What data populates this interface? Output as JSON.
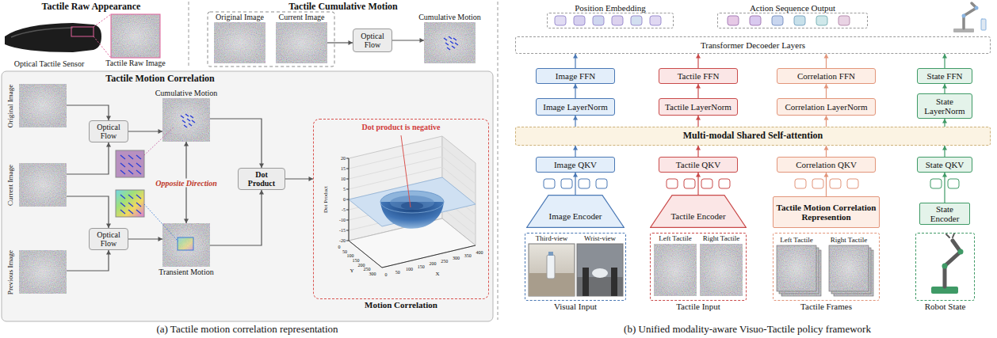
{
  "diagram": {
    "nodes": [
      {
        "text": [
          "Tactile Raw Image"
        ]
      },
      {
        "text": [
          "Original Image"
        ]
      },
      {
        "text": [
          "Current Image"
        ]
      },
      {
        "text": [
          "Optical Flow"
        ]
      },
      {
        "text": [
          "Cumulative Motion"
        ]
      },
      {
        "text": [
          "Tactile Motion Correlation"
        ]
      },
      {
        "text": [
          "Original Image"
        ],
        "in": 5
      },
      {
        "text": [
          "Current Image"
        ],
        "in": 5
      },
      {
        "text": [
          "Previous Image"
        ],
        "in": 5
      },
      {
        "text": [
          "Optical Flow"
        ],
        "in": 5
      },
      {
        "text": [
          "Optical Flow"
        ],
        "in": 5
      },
      {
        "text": [
          "Cumulative Motion"
        ],
        "in": 5
      },
      {
        "text": [
          "Transient Motion"
        ],
        "in": 5
      },
      {
        "text": [
          "Dot Product"
        ],
        "in": 5
      },
      {
        "text": [
          "Dot product is negative",
          "Motion Correlation"
        ],
        "in": 5
      },
      {
        "text": [
          "Position Embedding"
        ]
      },
      {
        "text": [
          "Action Sequence Output"
        ]
      },
      {
        "text": [
          "Transformer Decoeder Layers"
        ]
      },
      {
        "text": [
          "Image FFN"
        ]
      },
      {
        "text": [
          "Tactile FFN"
        ]
      },
      {
        "text": [
          "Correlation FFN"
        ]
      },
      {
        "text": [
          "State FFN"
        ]
      },
      {
        "text": [
          "Image LayerNorm"
        ]
      },
      {
        "text": [
          "Tactile LayerNorm"
        ]
      },
      {
        "text": [
          "Correlation LayerNorm"
        ]
      },
      {
        "text": [
          "State LayerNorm"
        ]
      },
      {
        "text": [
          "Multi-modal Shared Self-attention"
        ]
      },
      {
        "text": [
          "Image QKV"
        ]
      },
      {
        "text": [
          "Tactile QKV"
        ]
      },
      {
        "text": [
          "Correlation QKV"
        ]
      },
      {
        "text": [
          "State QKV"
        ]
      },
      {
        "text": [
          "Image Encoder"
        ]
      },
      {
        "text": [
          "Tactile Encoder"
        ]
      },
      {
        "text": [
          "Tactile Motion Correlation Represention"
        ]
      },
      {
        "text": [
          "State Encoder"
        ]
      },
      {
        "text": [
          "Visual Input"
        ]
      },
      {
        "text": [
          "Third-view"
        ],
        "in": 35
      },
      {
        "text": [
          "Wrist-view"
        ],
        "in": 35
      },
      {
        "text": [
          "Tactile Input"
        ]
      },
      {
        "text": [
          "Left Tactile"
        ],
        "in": 38
      },
      {
        "text": [
          "Right Tactile"
        ],
        "in": 38
      },
      {
        "text": [
          "Tactile Frames"
        ]
      },
      {
        "text": [
          "Left Tactile"
        ],
        "in": 41
      },
      {
        "text": [
          "Right Tactile"
        ],
        "in": 41
      },
      {
        "text": [
          "Robot State"
        ]
      }
    ],
    "edges": [
      {
        "from": 2,
        "to": 3,
        "arrow": "to"
      },
      {
        "from": 3,
        "to": 4,
        "arrow": "to"
      },
      {
        "from": 6,
        "to": 9,
        "arrow": "to"
      },
      {
        "from": 7,
        "to": 9,
        "arrow": "to"
      },
      {
        "from": 7,
        "to": 10,
        "arrow": "to"
      },
      {
        "from": 8,
        "to": 10,
        "arrow": "to"
      },
      {
        "from": 9,
        "to": 11,
        "arrow": "to"
      },
      {
        "from": 10,
        "to": 12,
        "arrow": "to"
      },
      {
        "from": 11,
        "to": 12,
        "arrow": "both",
        "label": "Opposite Direction"
      },
      {
        "from": 11,
        "to": 13,
        "arrow": "to"
      },
      {
        "from": 12,
        "to": 13,
        "arrow": "to"
      },
      {
        "from": 13,
        "to": 14,
        "arrow": "to"
      },
      {
        "from": 18,
        "to": 17,
        "arrow": "to"
      },
      {
        "from": 19,
        "to": 17,
        "arrow": "to"
      },
      {
        "from": 20,
        "to": 17,
        "arrow": "to"
      },
      {
        "from": 21,
        "to": 17,
        "arrow": "to"
      },
      {
        "from": 22,
        "to": 18,
        "arrow": "to"
      },
      {
        "from": 23,
        "to": 19,
        "arrow": "to"
      },
      {
        "from": 24,
        "to": 20,
        "arrow": "to"
      },
      {
        "from": 25,
        "to": 21,
        "arrow": "to"
      },
      {
        "from": 26,
        "to": 22,
        "arrow": "to"
      },
      {
        "from": 26,
        "to": 23,
        "arrow": "to"
      },
      {
        "from": 26,
        "to": 24,
        "arrow": "to"
      },
      {
        "from": 26,
        "to": 25,
        "arrow": "to"
      },
      {
        "from": 27,
        "to": 26,
        "arrow": "to"
      },
      {
        "from": 28,
        "to": 26,
        "arrow": "to"
      },
      {
        "from": 29,
        "to": 26,
        "arrow": "to"
      },
      {
        "from": 30,
        "to": 26,
        "arrow": "to"
      },
      {
        "from": 31,
        "to": 27,
        "arrow": "to"
      },
      {
        "from": 32,
        "to": 28,
        "arrow": "to"
      },
      {
        "from": 33,
        "to": 29,
        "arrow": "to"
      },
      {
        "from": 34,
        "to": 30,
        "arrow": "to"
      }
    ],
    "labels": [
      "Tactile Raw Appearance",
      "Optical Tactile Sensor",
      "Tactile Cumulative Motion",
      "Dot Product",
      "20",
      "15",
      "10",
      "5",
      "0",
      "-5",
      "-10",
      "-15",
      "-20",
      "X",
      "0",
      "50",
      "100",
      "150",
      "200",
      "250",
      "300",
      "350",
      "400",
      "Y",
      "0",
      "50",
      "100",
      "150",
      "200",
      "250",
      "300",
      "(a) Tactile motion correlation representation",
      "(b) Unified modality-aware Visuo-Tactile policy framework"
    ]
  }
}
